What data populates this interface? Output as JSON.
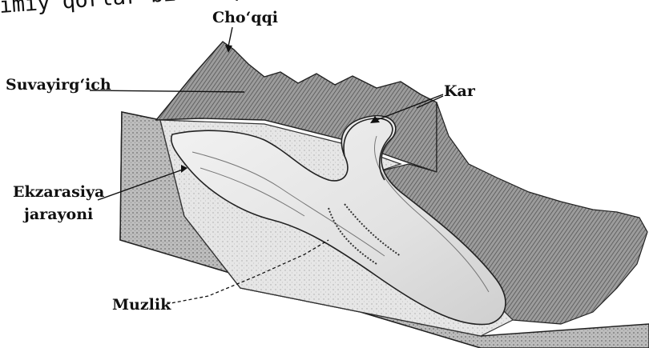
{
  "caption": "imiy qorlar bilan qoplangan",
  "labels": {
    "peak": "Cho‘qqi",
    "divide": "Suvayirg‘ich",
    "cirque": "Kar",
    "exaration_line1": "Ekzarasiya",
    "exaration_line2": "jarayoni",
    "glacier": "Muzlik"
  },
  "colors": {
    "ink": "#111111",
    "paper": "#ffffff",
    "rock_dark": "#3a3a3a",
    "rock_mid": "#8a8a8a",
    "rock_light": "#c9c9c9",
    "ice": "#e4e4e4"
  }
}
